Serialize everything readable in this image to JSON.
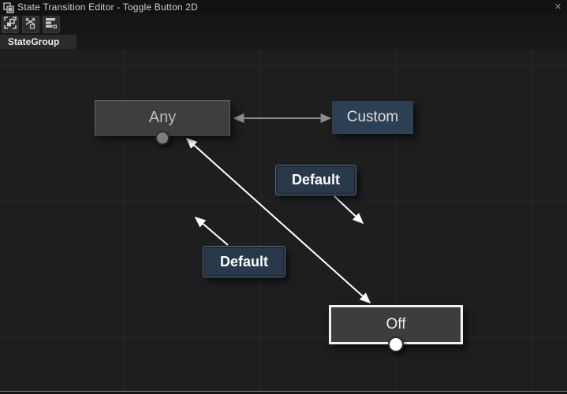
{
  "window": {
    "title": "State Transition Editor - Toggle Button 2D",
    "close_glyph": "✕"
  },
  "toolbar": {
    "buttons": [
      {
        "icon": "zoom-to-fit-icon"
      },
      {
        "icon": "auto-layout-icon"
      },
      {
        "icon": "add-state-icon"
      }
    ]
  },
  "tabs": [
    {
      "label": "StateGroup",
      "active": true
    }
  ],
  "canvas": {
    "nodes": [
      {
        "id": "any",
        "label": "Any",
        "type": "any-state"
      },
      {
        "id": "custom",
        "label": "Custom",
        "type": "custom-transition"
      },
      {
        "id": "off",
        "label": "Off",
        "type": "state",
        "selected": true
      }
    ],
    "transition_labels": [
      "Default",
      "Default"
    ],
    "colors": {
      "canvas_background": "#1e1e1e",
      "state_fill": "#3d3d3d",
      "custom_fill": "#2c4053",
      "label_fill": "#27394a",
      "selected_border": "#f2f2f2",
      "arrow_white": "#ffffff",
      "arrow_gray": "#8c8c8c"
    }
  }
}
